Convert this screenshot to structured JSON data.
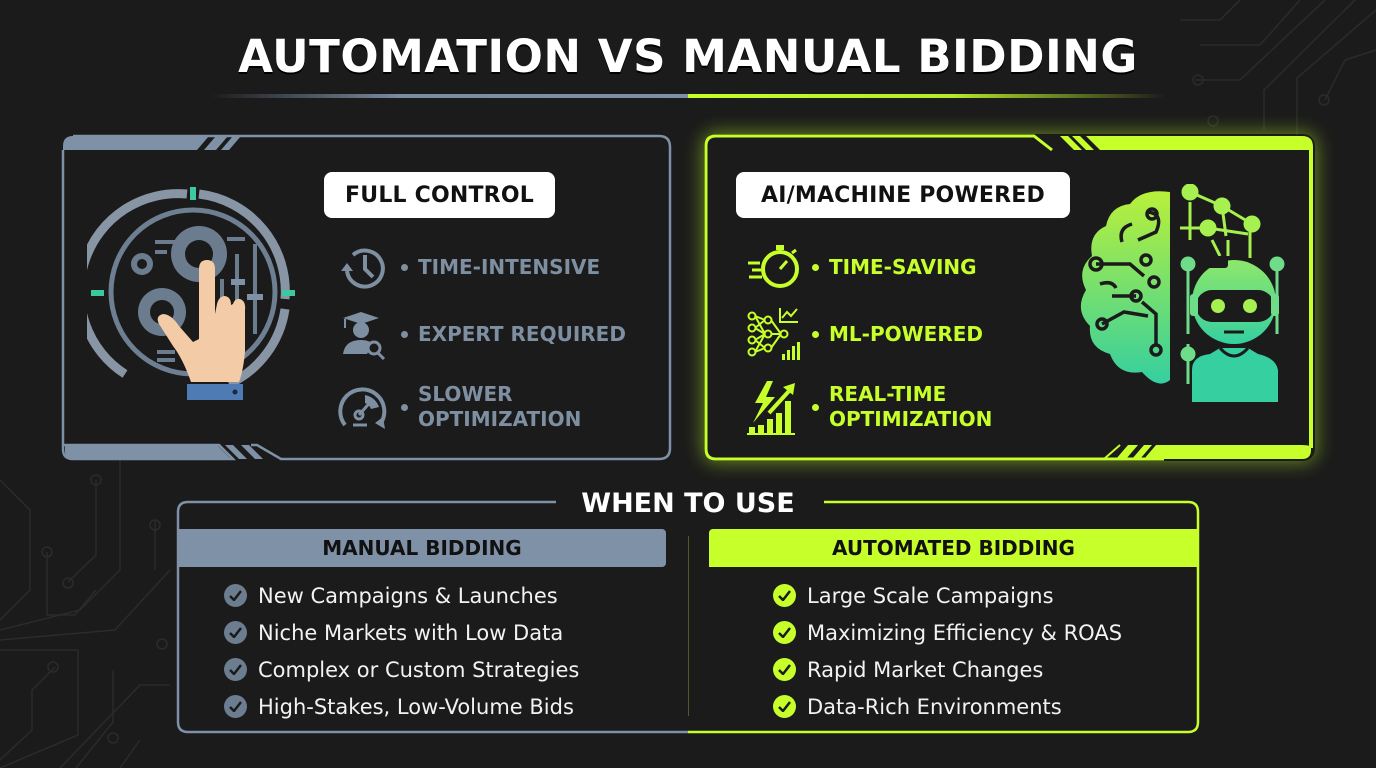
{
  "title": "AUTOMATION VS MANUAL BIDDING",
  "colors": {
    "background": "#1b1b1b",
    "manual_accent": "#7e91a6",
    "auto_accent": "#c6ff2a",
    "hero_teal": "#3fd6a8"
  },
  "manual_card": {
    "heading": "FULL CONTROL",
    "hero_icon": "hand-gears-control-icon",
    "features": [
      {
        "icon": "clock-history-icon",
        "label": "TIME-INTENSIVE"
      },
      {
        "icon": "expert-graduate-search-icon",
        "label": "EXPERT REQUIRED"
      },
      {
        "icon": "speedometer-slow-icon",
        "label_line1": "SLOWER",
        "label_line2": "OPTIMIZATION"
      }
    ]
  },
  "auto_card": {
    "heading": "AI/MACHINE POWERED",
    "hero_icon": "brain-robot-ai-icon",
    "features": [
      {
        "icon": "stopwatch-fast-icon",
        "label": "TIME-SAVING"
      },
      {
        "icon": "neural-network-icon",
        "label": "ML-POWERED"
      },
      {
        "icon": "lightning-growth-chart-icon",
        "label_line1": "REAL-TIME",
        "label_line2": "OPTIMIZATION"
      }
    ]
  },
  "when_to_use": {
    "title": "WHEN TO USE",
    "manual": {
      "heading": "MANUAL BIDDING",
      "items": [
        "New Campaigns & Launches",
        "Niche Markets with Low Data",
        "Complex or Custom Strategies",
        "High-Stakes, Low-Volume Bids"
      ]
    },
    "automated": {
      "heading": "AUTOMATED BIDDING",
      "items": [
        "Large Scale Campaigns",
        "Maximizing Efficiency & ROAS",
        "Rapid Market Changes",
        "Data-Rich Environments"
      ]
    }
  }
}
